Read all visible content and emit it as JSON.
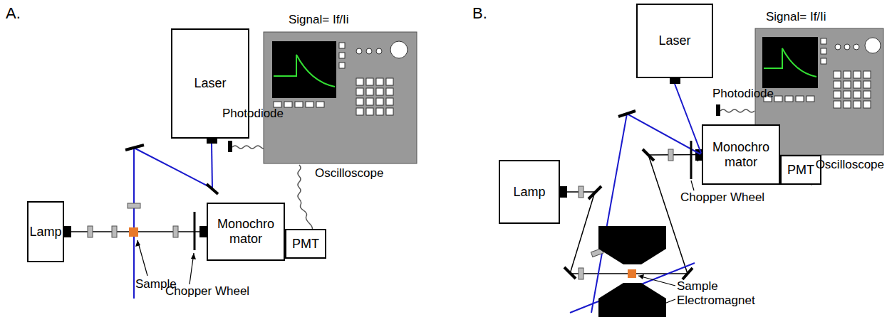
{
  "diagram": {
    "nodes": [
      {
        "text": [
          "Lamp"
        ]
      },
      {
        "text": [
          "Laser"
        ]
      },
      {
        "text": [
          "Monochro mator"
        ]
      },
      {
        "text": [
          "PMT"
        ]
      },
      {
        "text": [
          "Laser"
        ]
      },
      {
        "text": [
          "Lamp"
        ]
      },
      {
        "text": [
          "Monochro mator"
        ]
      },
      {
        "text": [
          "PMT"
        ]
      }
    ],
    "edges": [
      {
        "from": 0,
        "to": 2,
        "arrow": "none"
      },
      {
        "from": 5,
        "to": 6,
        "arrow": "none"
      }
    ],
    "labels": [
      "A.",
      "Photodiode",
      "Signal= If/Ii",
      "Oscilloscope",
      "Sample",
      "Chopper Wheel",
      "B.",
      "Photodiode",
      "Signal= If/Ii",
      "Oscilloscope",
      "Chopper Wheel",
      "Sample",
      "Electromagnet"
    ]
  }
}
